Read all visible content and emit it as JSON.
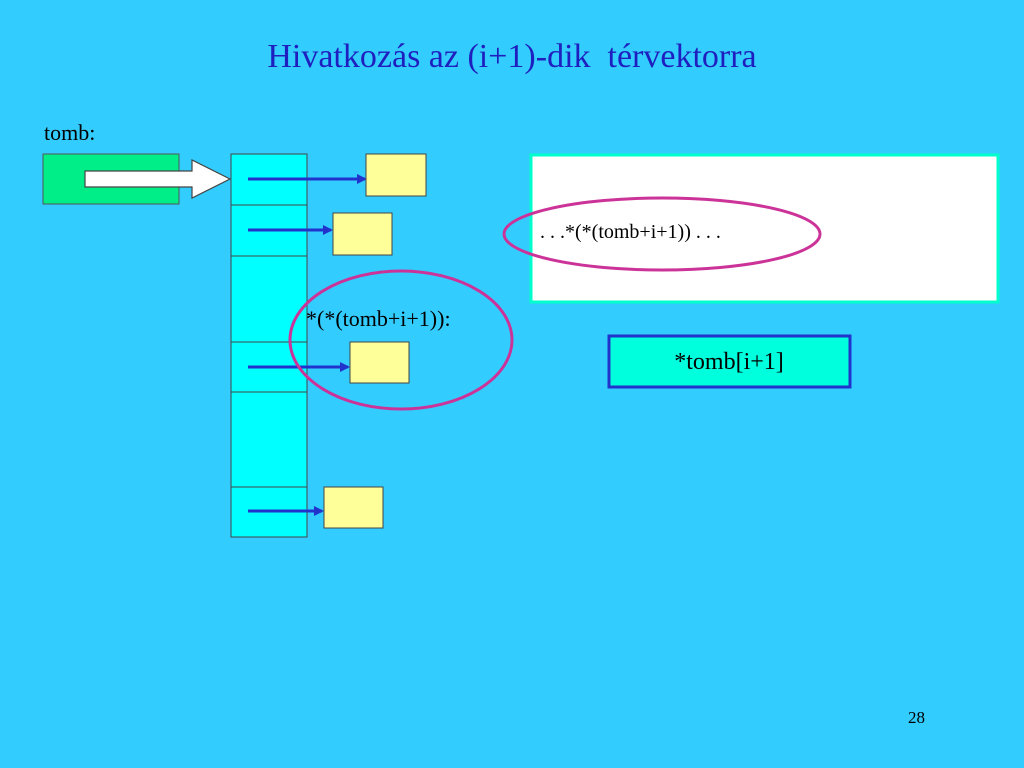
{
  "slide": {
    "title": "Hivatkozás az (i+1)-dik  térvektorra",
    "page_number": "28"
  },
  "diagram": {
    "pointer_label": "tomb:",
    "element_expression": "*(*(tomb+i+1)):",
    "code_expression": ". . .*(*(tomb+i+1)) . . .",
    "equivalent_expression": "*tomb[i+1]"
  },
  "colors": {
    "background": "#33ccff",
    "title": "#1f1fbf",
    "pointer_box": "#00ee88",
    "pointer_array": "#00ffff",
    "data_box": "#ffff99",
    "arrow": "#2233cc",
    "highlight_ellipse": "#cc3399",
    "result_box_fill": "#00ffdd",
    "result_box_border": "#2233cc",
    "code_panel_fill": "#ffffff",
    "code_panel_border": "#00ffcc"
  }
}
